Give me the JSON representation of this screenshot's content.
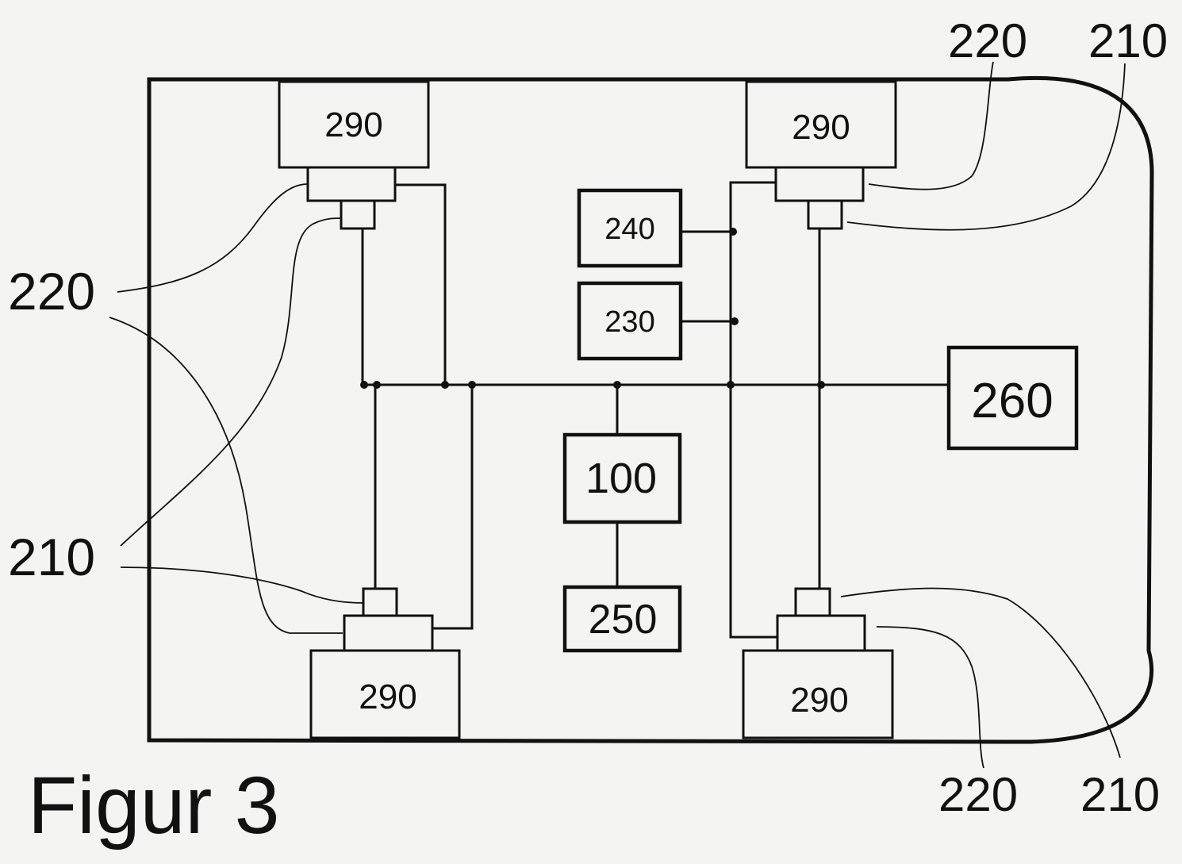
{
  "figure": {
    "caption": "Figur 3"
  },
  "blocks": {
    "wheel_top_left": "290",
    "wheel_top_right": "290",
    "wheel_bottom_left": "290",
    "wheel_bottom_right": "290",
    "unit_240": "240",
    "unit_230": "230",
    "unit_260": "260",
    "unit_100": "100",
    "unit_250": "250"
  },
  "reference_labels": {
    "top_right_220": "220",
    "top_right_210": "210",
    "left_220": "220",
    "left_210": "210",
    "bottom_right_220": "220",
    "bottom_right_210": "210"
  }
}
